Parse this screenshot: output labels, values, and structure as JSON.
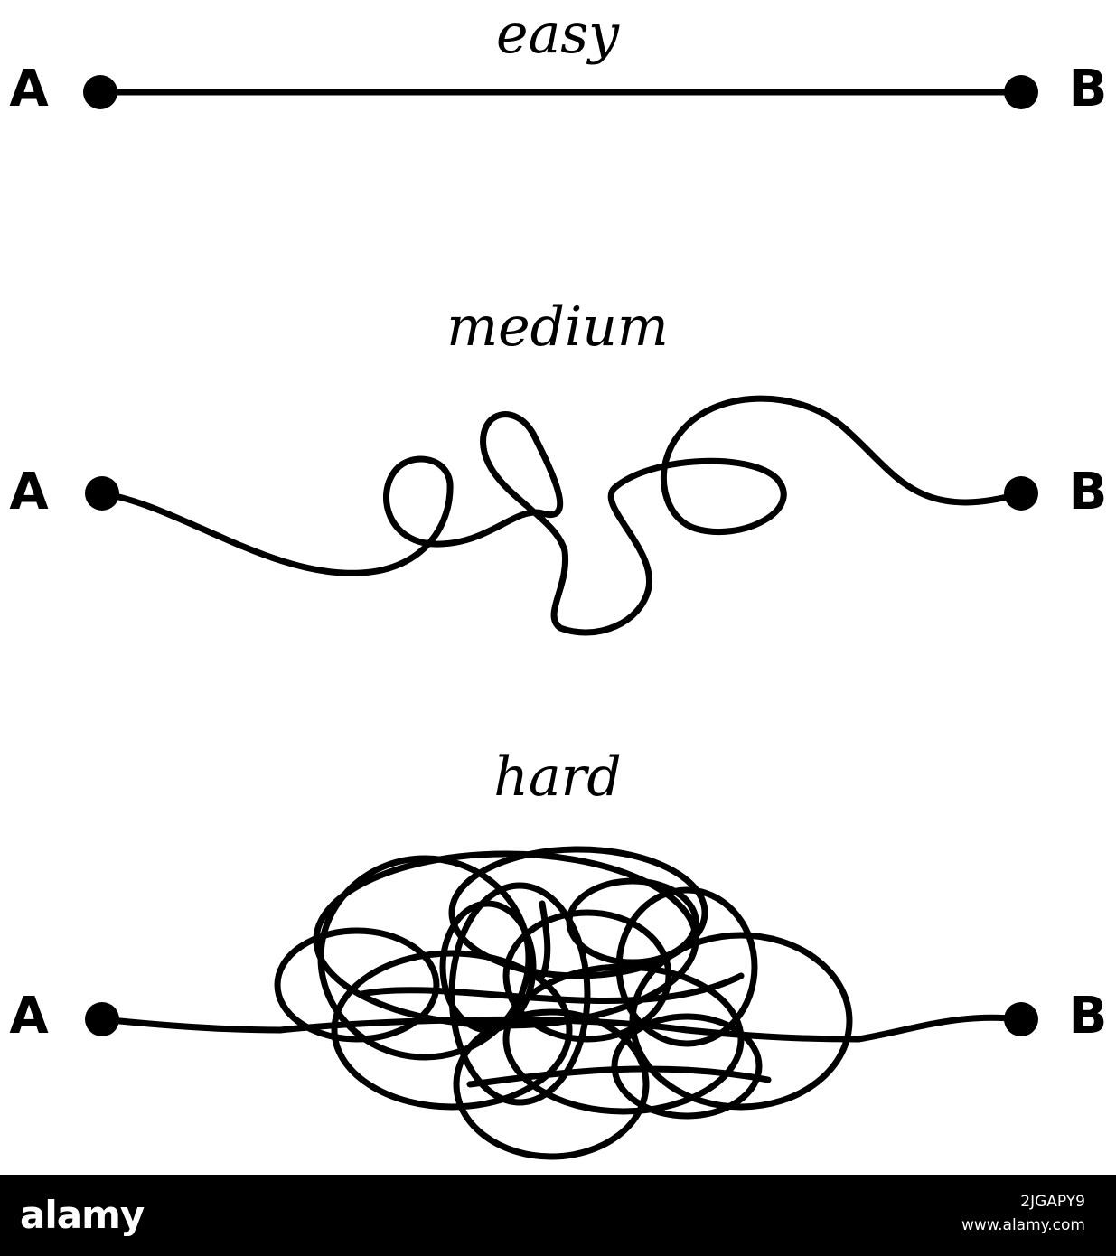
{
  "levels": [
    {
      "title": "easy",
      "start_label": "A",
      "end_label": "B"
    },
    {
      "title": "medium",
      "start_label": "A",
      "end_label": "B"
    },
    {
      "title": "hard",
      "start_label": "A",
      "end_label": "B"
    }
  ],
  "footer": {
    "logo": "alamy",
    "image_id": "2JGAPY9",
    "url": "www.alamy.com"
  },
  "colors": {
    "ink": "#000000",
    "background": "#ffffff",
    "footer": "#000000"
  }
}
